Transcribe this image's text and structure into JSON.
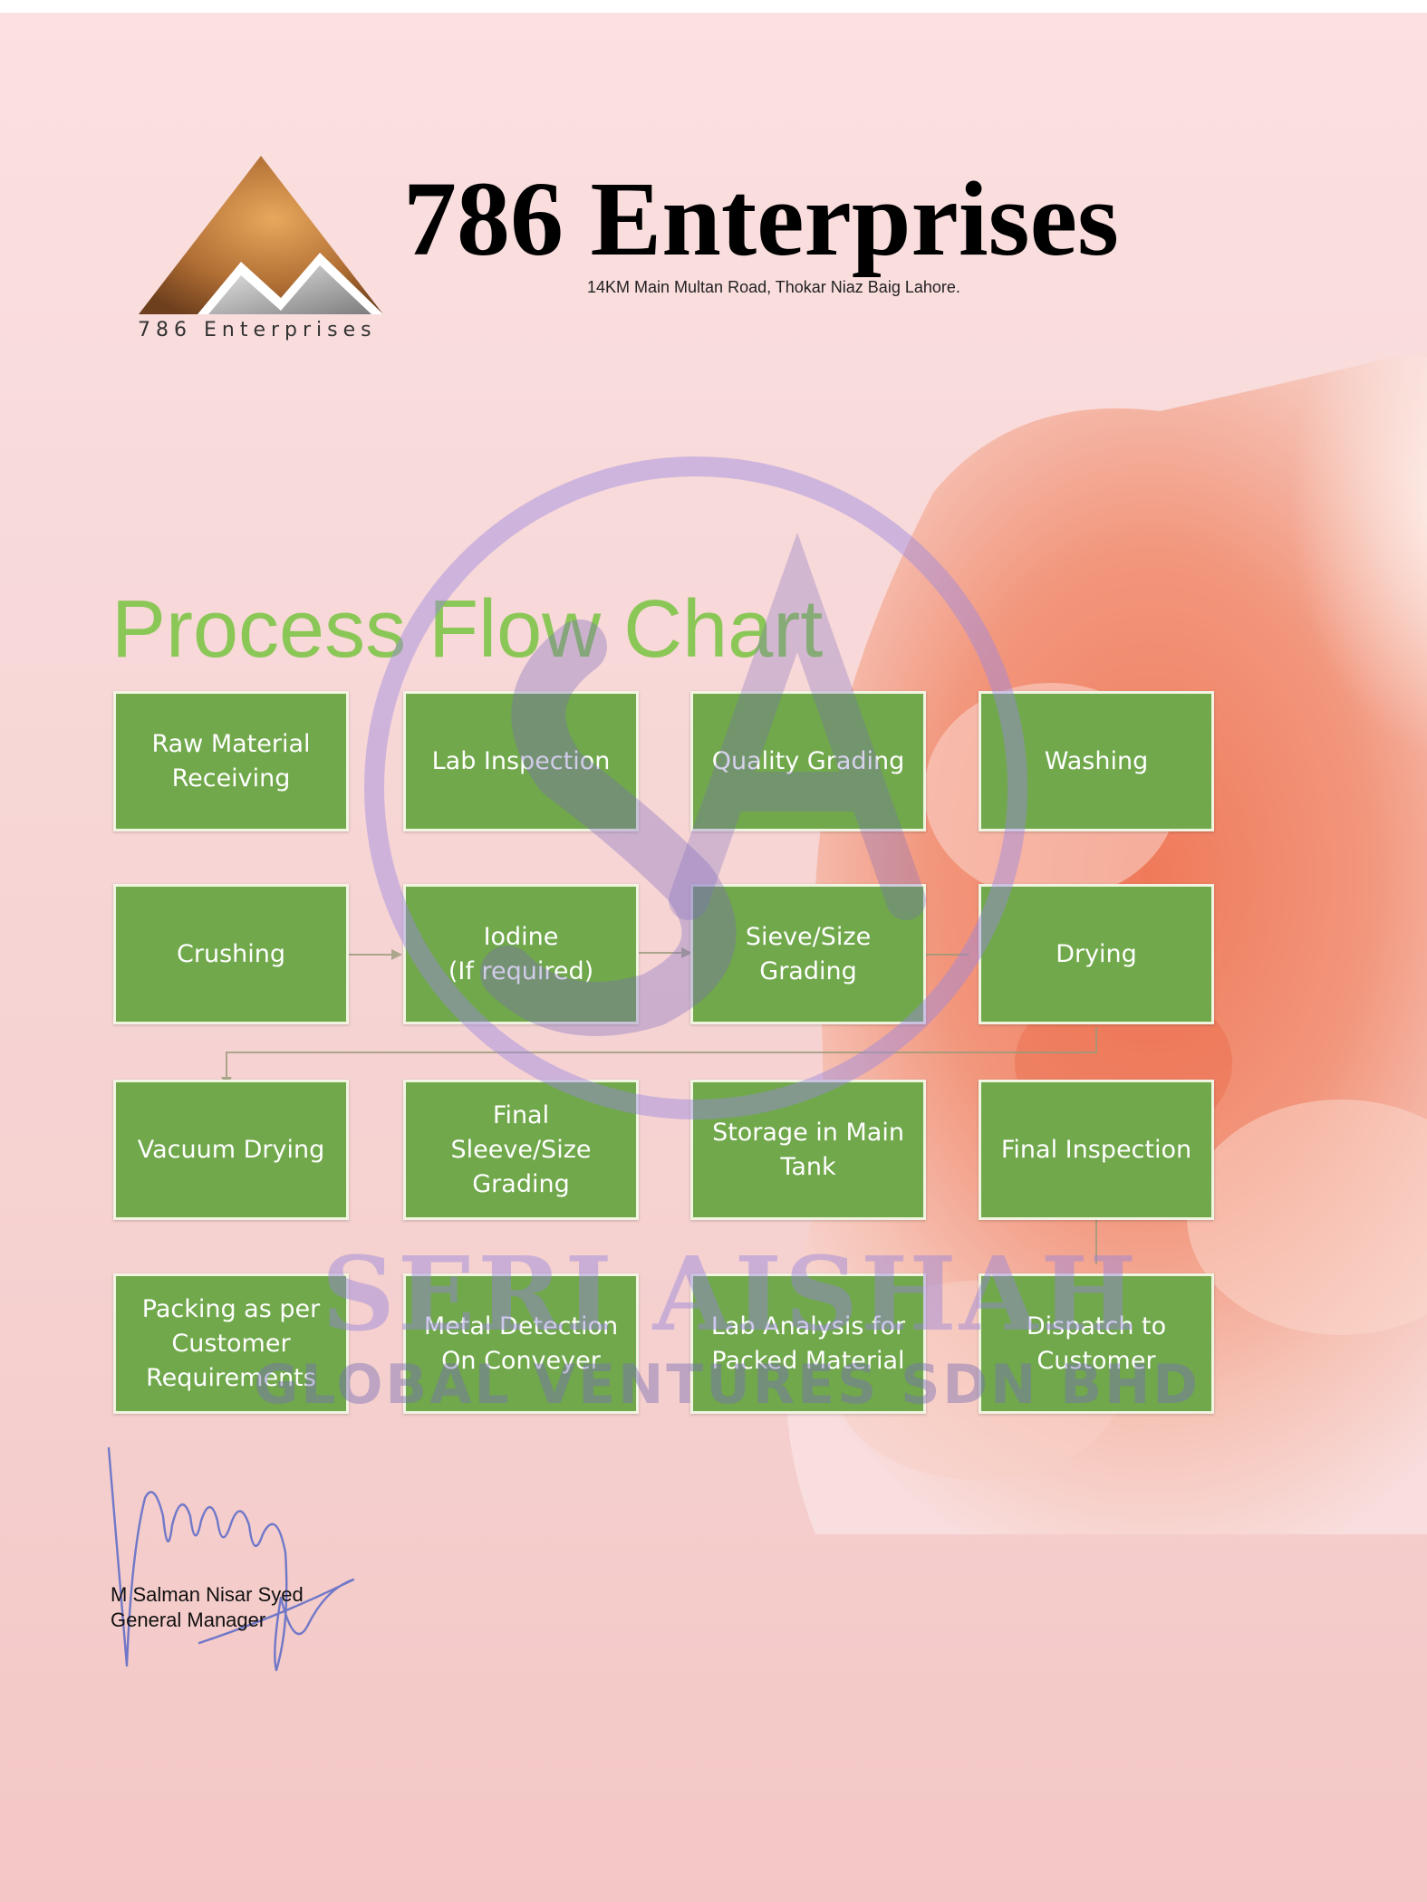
{
  "header": {
    "company": "786 Enterprises",
    "address": "14KM Main Multan Road, Thokar Niaz Baig Lahore.",
    "logo_text": "786  Enterprises"
  },
  "chart": {
    "title": "Process Flow Chart",
    "steps": [
      "Raw Material\nReceiving",
      "Lab Inspection",
      "Quality Grading",
      "Washing",
      "Crushing",
      "Iodine\n(If required)",
      "Sieve/Size\nGrading",
      "Drying",
      "Vacuum Drying",
      "Final\nSleeve/Size\nGrading",
      "Storage in Main\nTank",
      "Final Inspection",
      "Packing as per\nCustomer\nRequirements",
      "Metal Detection\nOn Conveyer",
      "Lab Analysis for\nPacked Material",
      "Dispatch to\nCustomer"
    ]
  },
  "watermark": {
    "line1": "SERI AISHAH",
    "line2": "GLOBAL VENTURES SDN BHD"
  },
  "signatory": {
    "name": "M Salman Nisar Syed",
    "title": "General Manager"
  },
  "colors": {
    "box": "#70a84b",
    "title": "#8bc757",
    "watermark": "#9b87e0"
  }
}
